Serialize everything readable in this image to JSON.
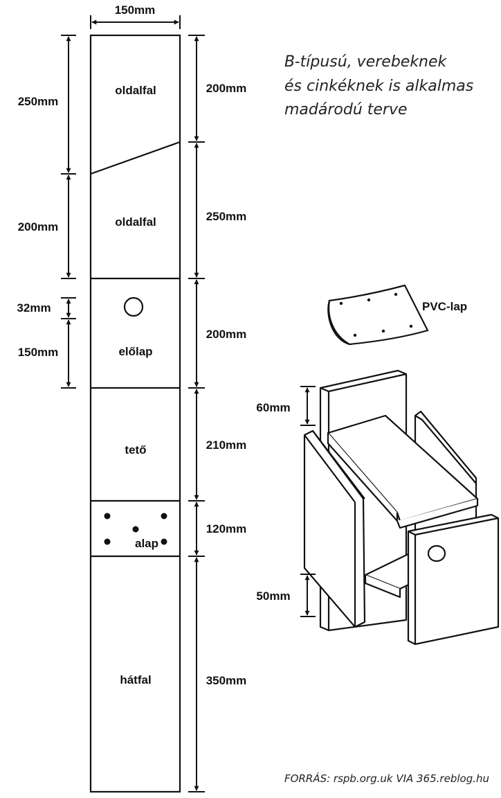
{
  "title": {
    "line1": "B-típusú, verebeknek",
    "line2": "és cinkéknek is alkalmas",
    "line3": "madárodú terve"
  },
  "board": {
    "width_label": "150mm",
    "parts": {
      "side_wall_1": "oldalfal",
      "side_wall_2": "oldalfal",
      "front": "előlap",
      "roof": "tető",
      "base": "alap",
      "back": "hátfal"
    },
    "left_dims": {
      "d1": "250mm",
      "d2": "200mm",
      "d3": "32mm",
      "d4": "150mm"
    },
    "right_dims": {
      "d1": "200mm",
      "d2": "250mm",
      "d3": "200mm",
      "d4": "210mm",
      "d5": "120mm",
      "d6": "350mm"
    }
  },
  "assembly": {
    "pvc_label": "PVC-lap",
    "top_gap": "60mm",
    "bottom_gap": "50mm"
  },
  "source": "FORRÁS: rspb.org.uk VIA 365.reblog.hu"
}
